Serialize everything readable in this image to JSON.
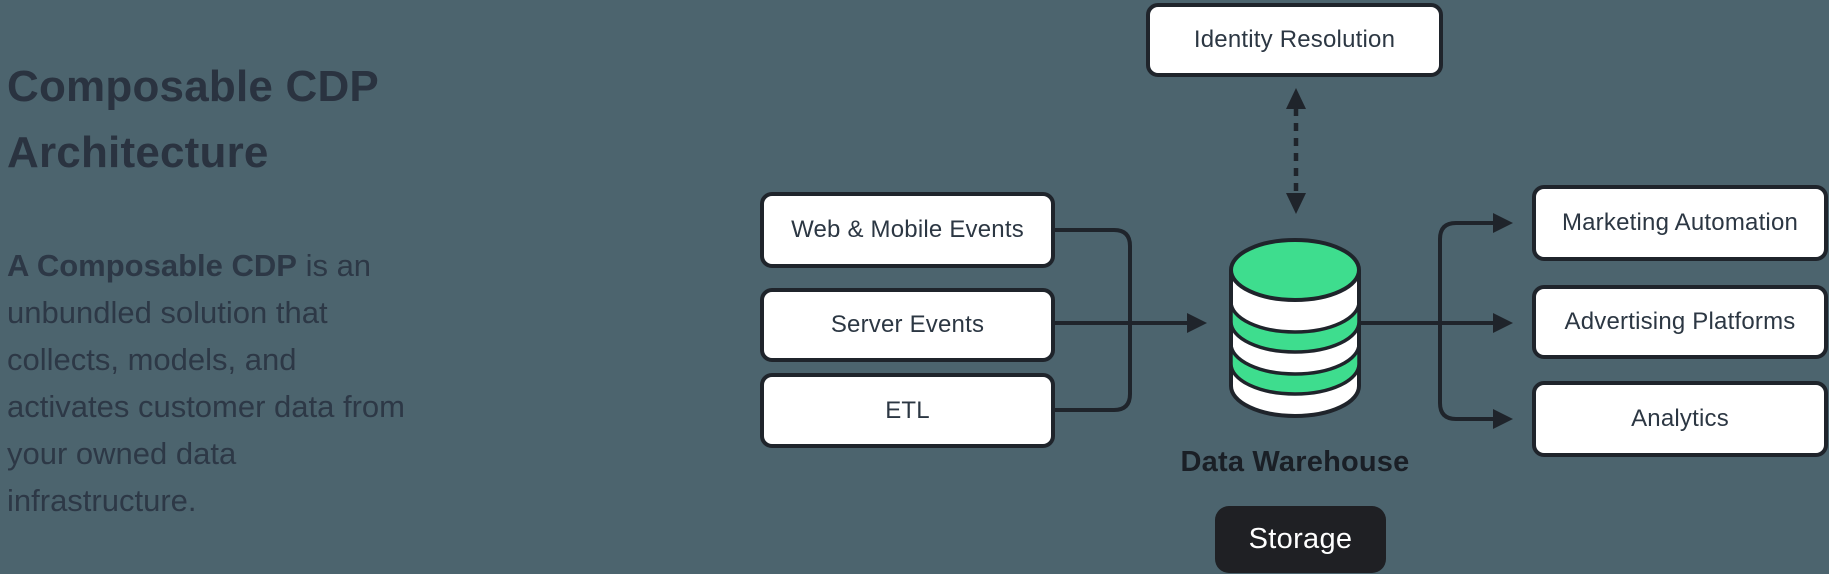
{
  "page": {
    "title": "Composable CDP Architecture",
    "description_bold": "A Composable CDP",
    "description_rest": " is an unbundled solution that collects, models, and activates customer data from your owned data infrastructure."
  },
  "diagram": {
    "identity_box": {
      "label": "Identity Resolution"
    },
    "source_boxes": [
      {
        "label": "Web & Mobile Events"
      },
      {
        "label": "Server Events"
      },
      {
        "label": "ETL"
      }
    ],
    "warehouse": {
      "label": "Data Warehouse",
      "storage_badge": "Storage",
      "icon": "database-icon"
    },
    "destination_boxes": [
      {
        "label": "Marketing Automation"
      },
      {
        "label": "Advertising Platforms"
      },
      {
        "label": "Analytics"
      }
    ]
  },
  "colors": {
    "background": "#4C646E",
    "box_fill": "#FFFFFF",
    "outline": "#1F242B",
    "box_text": "#2C3743",
    "heading_text": "#2A3340",
    "body_text": "#2D3846",
    "accent_green": "#3EDD8E",
    "badge_background": "#1F2024",
    "badge_text": "#FFFFFF"
  }
}
